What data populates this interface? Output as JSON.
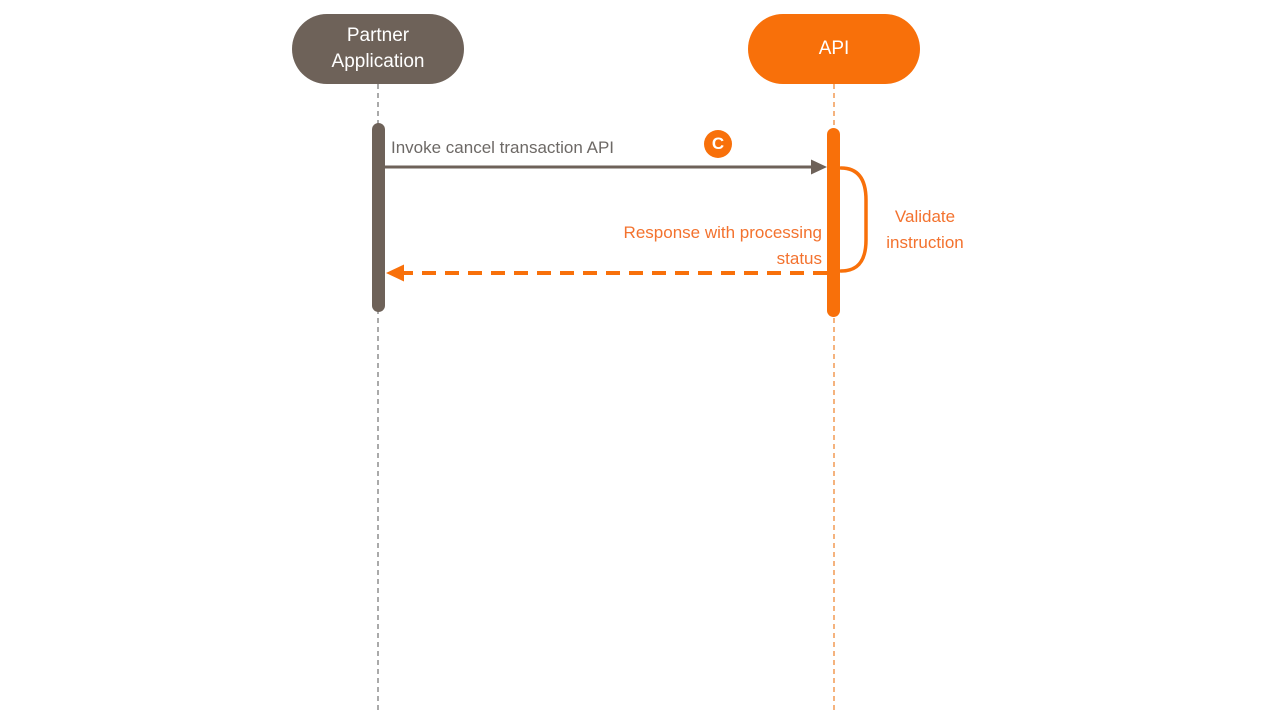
{
  "diagram": {
    "type": "sequence",
    "actors": [
      {
        "id": "partner",
        "label": "Partner\nApplication",
        "color": "#6E6259",
        "text_color": "#FFFFFF"
      },
      {
        "id": "api",
        "label": "API",
        "color": "#F8700A",
        "text_color": "#FFFFFF"
      }
    ],
    "messages": [
      {
        "label": "Invoke cancel transaction API",
        "from": "partner",
        "to": "api",
        "style": "solid",
        "badge": "C"
      },
      {
        "label": "Response with processing\nstatus",
        "from": "api",
        "to": "partner",
        "style": "dashed"
      }
    ],
    "self_action": {
      "actor": "api",
      "label": "Validate\ninstruction"
    }
  },
  "colors": {
    "orange": "#F8700A",
    "orange-text": "#F3722E",
    "orange-lifeline": "#F29A54",
    "gray": "#6E6259",
    "gray-text": "#6D6966",
    "gray-lifeline": "#8D8D8D",
    "white": "#FFFFFF",
    "bg": "#FFFFFF"
  }
}
